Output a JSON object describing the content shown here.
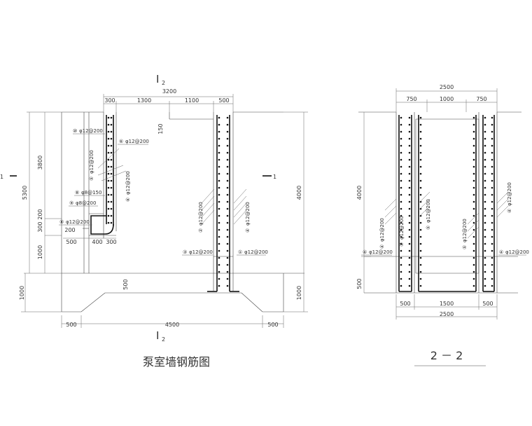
{
  "left_view": {
    "title": "泵室墙钢筋图",
    "section_mark_top": "I",
    "section_mark_top_sub": "2",
    "section_mark_bottom": "I",
    "section_mark_bottom_sub": "2",
    "section_left": "1",
    "section_right": "1",
    "dims_top_total": "3200",
    "dims_top": [
      "300",
      "1300",
      "1100",
      "500"
    ],
    "dims_left_outer": "5300",
    "dims_left_inner": [
      "3800",
      "1000"
    ],
    "dims_left_small": [
      "300",
      "200"
    ],
    "dim_150": "150",
    "dim_200": "200",
    "dims_mid": [
      "500",
      "400",
      "300"
    ],
    "dim_bottom_left": "1000",
    "dim_bottom_500": "500",
    "dims_right": [
      "4000",
      "1000"
    ],
    "dims_bottom": [
      "500",
      "4500",
      "500"
    ],
    "rebar_labels": [
      {
        "num": "⑩",
        "text": "φ12@200"
      },
      {
        "num": "⑥",
        "text": "φ12@200"
      },
      {
        "num": "⑤",
        "text": "φ12@200"
      },
      {
        "num": "⑥",
        "text": "φ12@200"
      },
      {
        "num": "⑧",
        "text": "φ8@150"
      },
      {
        "num": "⑨",
        "text": "φ8@200"
      },
      {
        "num": "⑧",
        "text": "φ12@200"
      },
      {
        "num": "②",
        "text": "φ12@200"
      },
      {
        "num": "①",
        "text": "φ12@200"
      },
      {
        "num": "③",
        "text": "φ12@200"
      },
      {
        "num": "④",
        "text": "φ12@200"
      }
    ]
  },
  "right_view": {
    "title": "2 － 2",
    "dims_top_total": "2500",
    "dims_top": [
      "750",
      "1000",
      "750"
    ],
    "dim_left_height": "4000",
    "dim_left_base": "500",
    "dims_bottom": [
      "500",
      "1500",
      "500"
    ],
    "dims_bottom_total": "2500",
    "rebar_labels": [
      {
        "num": "④",
        "text": "φ12@200"
      },
      {
        "num": "④",
        "text": "φ12@200"
      },
      {
        "num": "⑤",
        "text": "φ12@200"
      },
      {
        "num": "⑤",
        "text": "φ12@200"
      },
      {
        "num": "⑤",
        "text": "φ12@200"
      },
      {
        "num": "④",
        "text": "φ12@200"
      },
      {
        "num": "④",
        "text": "φ12@200"
      }
    ]
  }
}
